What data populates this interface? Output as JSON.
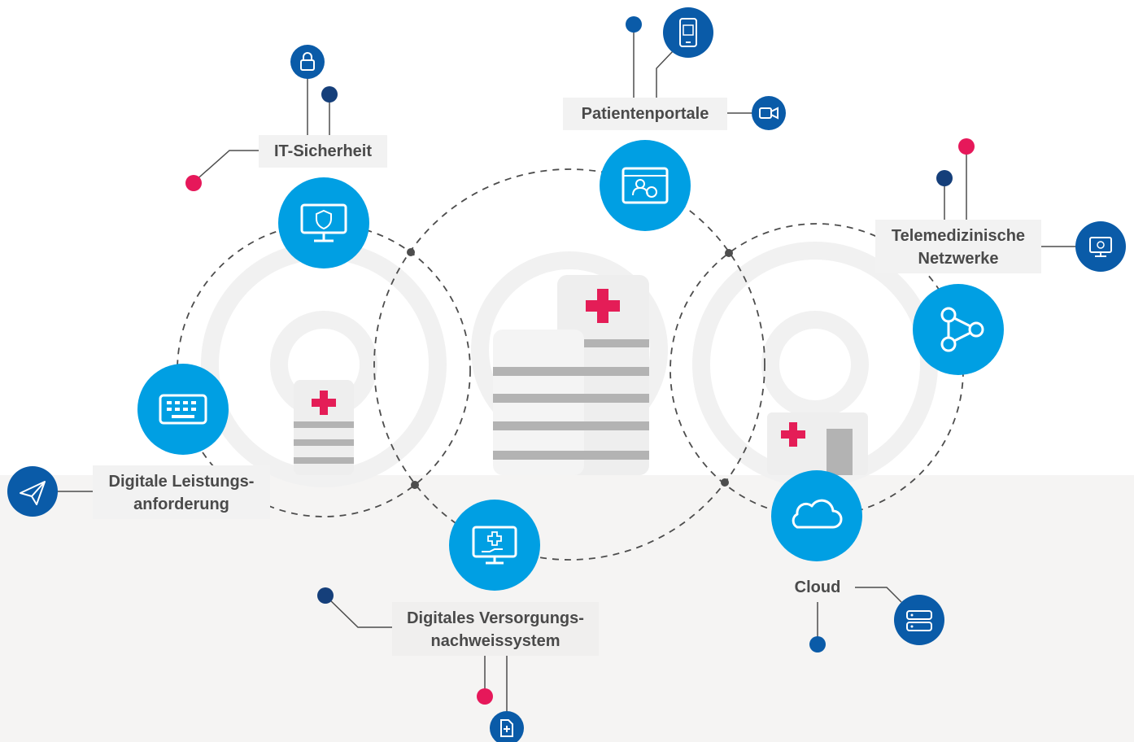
{
  "labels": {
    "it_security": "IT-Sicherheit",
    "patient_portals": "Patientenportale",
    "telemedicine": {
      "line1": "Telemedizinische",
      "line2": "Netzwerke"
    },
    "service_request": {
      "line1": "Digitale Leistungs-",
      "line2": "anforderung"
    },
    "care_record": {
      "line1": "Digitales Versorgungs-",
      "line2": "nachweissystem"
    },
    "cloud": "Cloud"
  },
  "icons": {
    "main": [
      "monitor-shield-icon",
      "browser-users-icon",
      "share-network-icon",
      "keyboard-icon",
      "monitor-medical-hand-icon",
      "cloud-icon"
    ],
    "satellite": [
      "lock-icon",
      "smartphone-calendar-icon",
      "video-camera-icon",
      "monitor-gear-icon",
      "paper-plane-icon",
      "server-icon",
      "document-medical-icon"
    ]
  },
  "colors": {
    "main_circle": "#009fe3",
    "satellite_circle": "#0a5ba8",
    "dot_pink": "#e6185a",
    "dot_navy": "#153f7a",
    "dot_blue": "#0a5ba8",
    "cross_red": "#e41d57",
    "line": "#4d4d4d"
  }
}
